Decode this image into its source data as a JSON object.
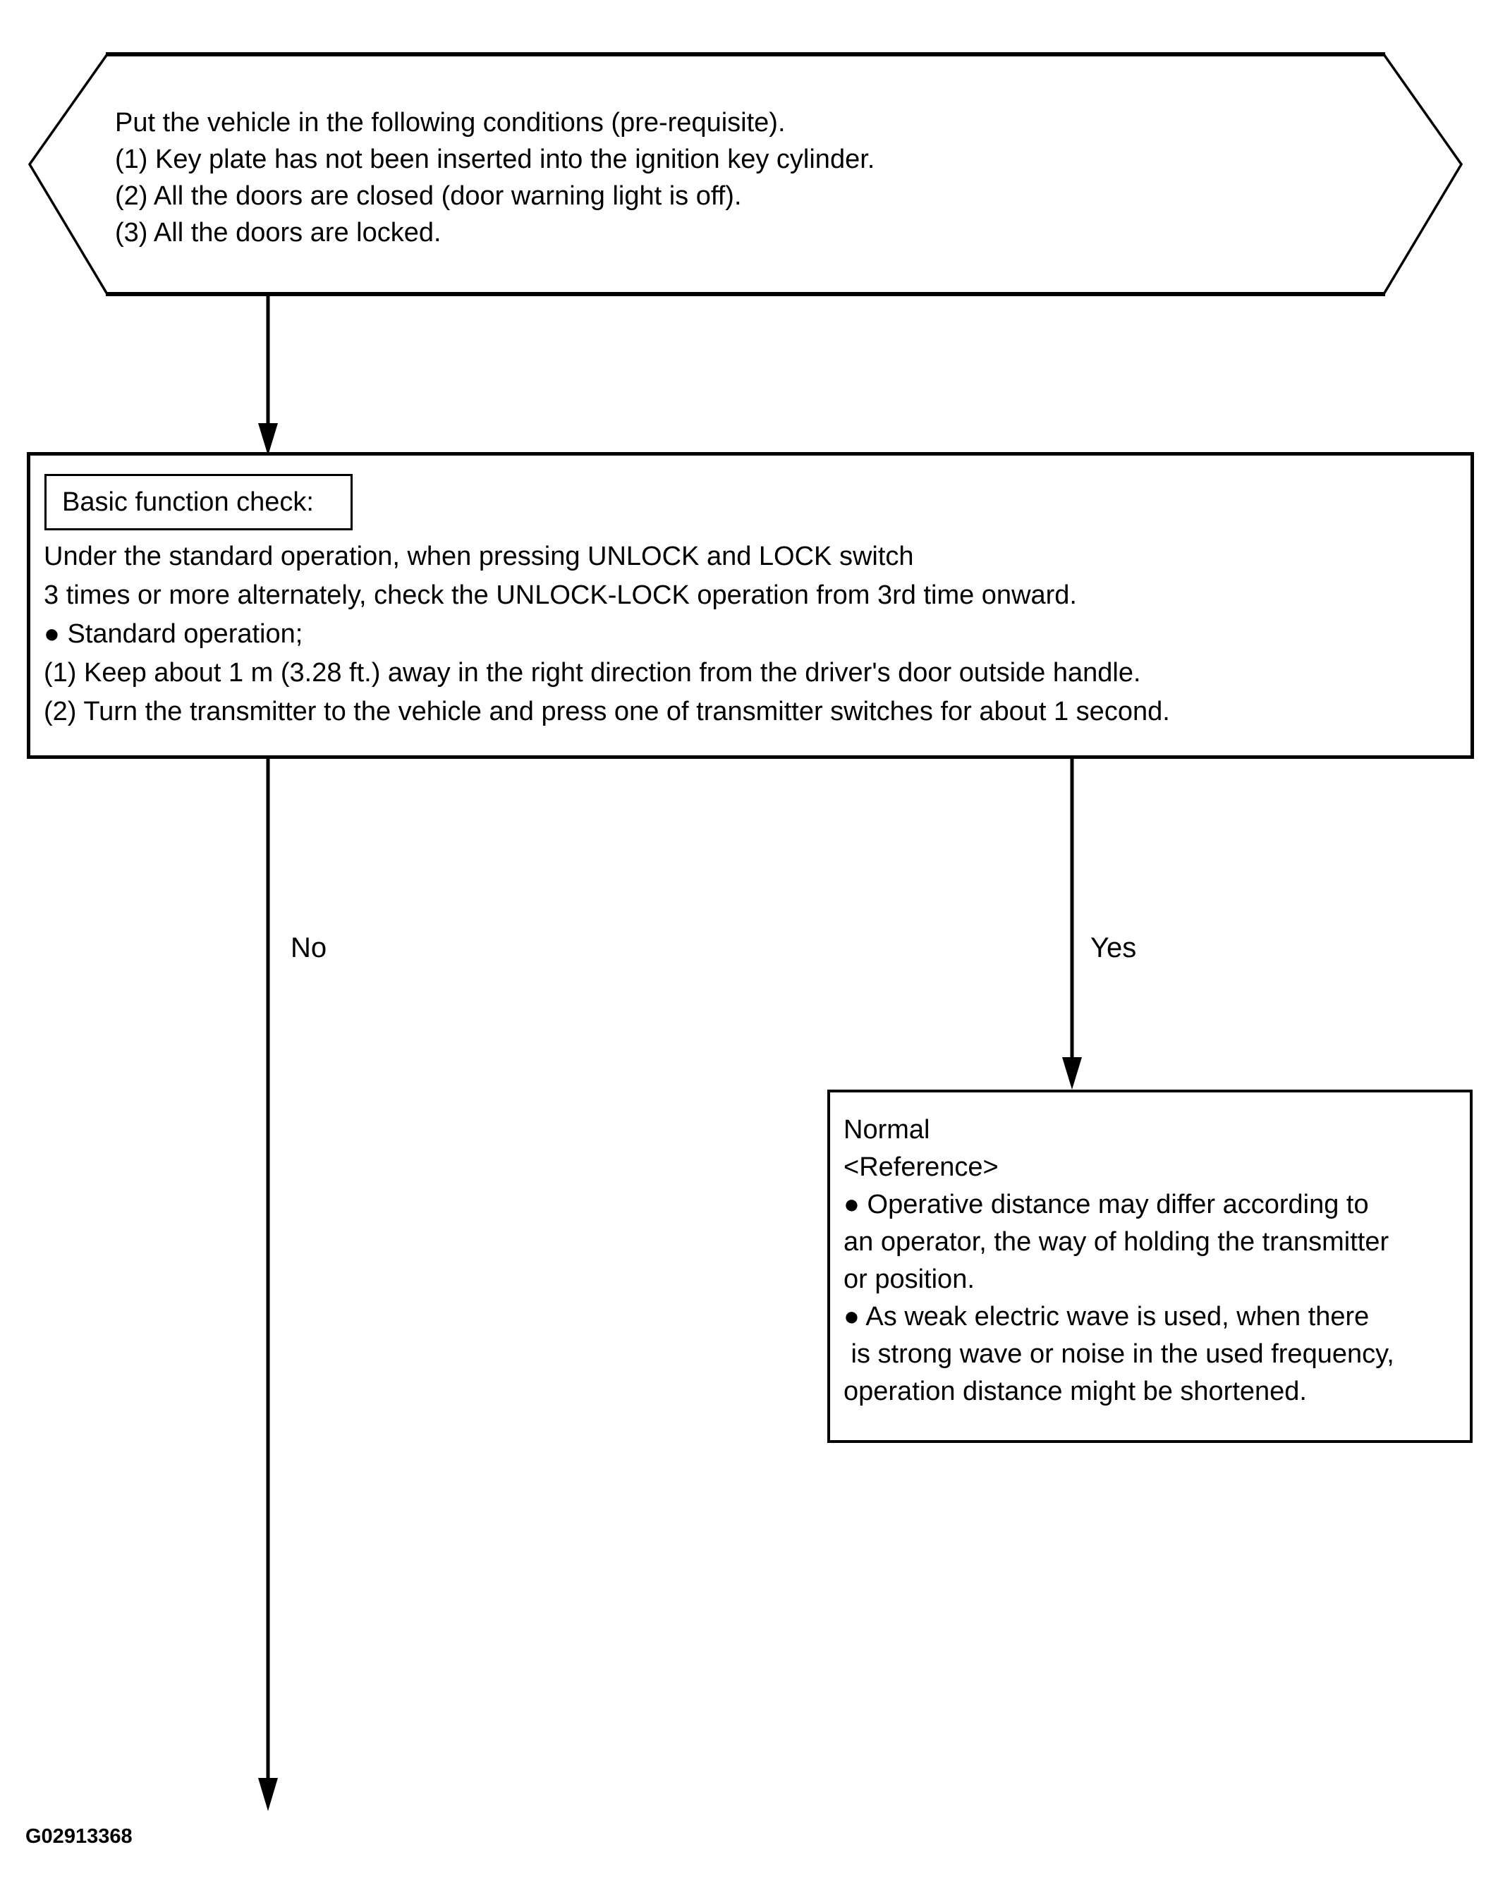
{
  "page": {
    "figure_id": "G02913368",
    "background_color": "#ffffff",
    "ink_color": "#000000"
  },
  "flowchart": {
    "prerequisite": {
      "shape": "hexagon",
      "lines": [
        "Put the vehicle in the following conditions (pre-requisite).",
        "(1) Key plate has not been inserted into the ignition key cylinder.",
        "(2) All the doors are closed (door warning light is off).",
        "(3) All the doors are locked."
      ]
    },
    "basic_check": {
      "label": "Basic function check:",
      "lines": [
        "Under the standard operation, when pressing UNLOCK and LOCK switch",
        "3 times or more alternately, check the UNLOCK-LOCK operation from 3rd time onward.",
        "● Standard operation;",
        "(1) Keep about 1 m (3.28 ft.) away in the right direction from the driver's door outside handle.",
        "(2) Turn the transmitter to the vehicle and press one of transmitter switches for about 1 second."
      ]
    },
    "no_branch": {
      "label": "No"
    },
    "yes_branch": {
      "label": "Yes"
    },
    "normal_result": {
      "lines": [
        "Normal",
        "<Reference>",
        "● Operative distance may differ according to",
        "an operator, the way of holding the transmitter",
        "or position.",
        "● As weak electric wave is used, when there",
        " is strong wave or noise in the used frequency,",
        "operation distance might be shortened."
      ]
    }
  }
}
